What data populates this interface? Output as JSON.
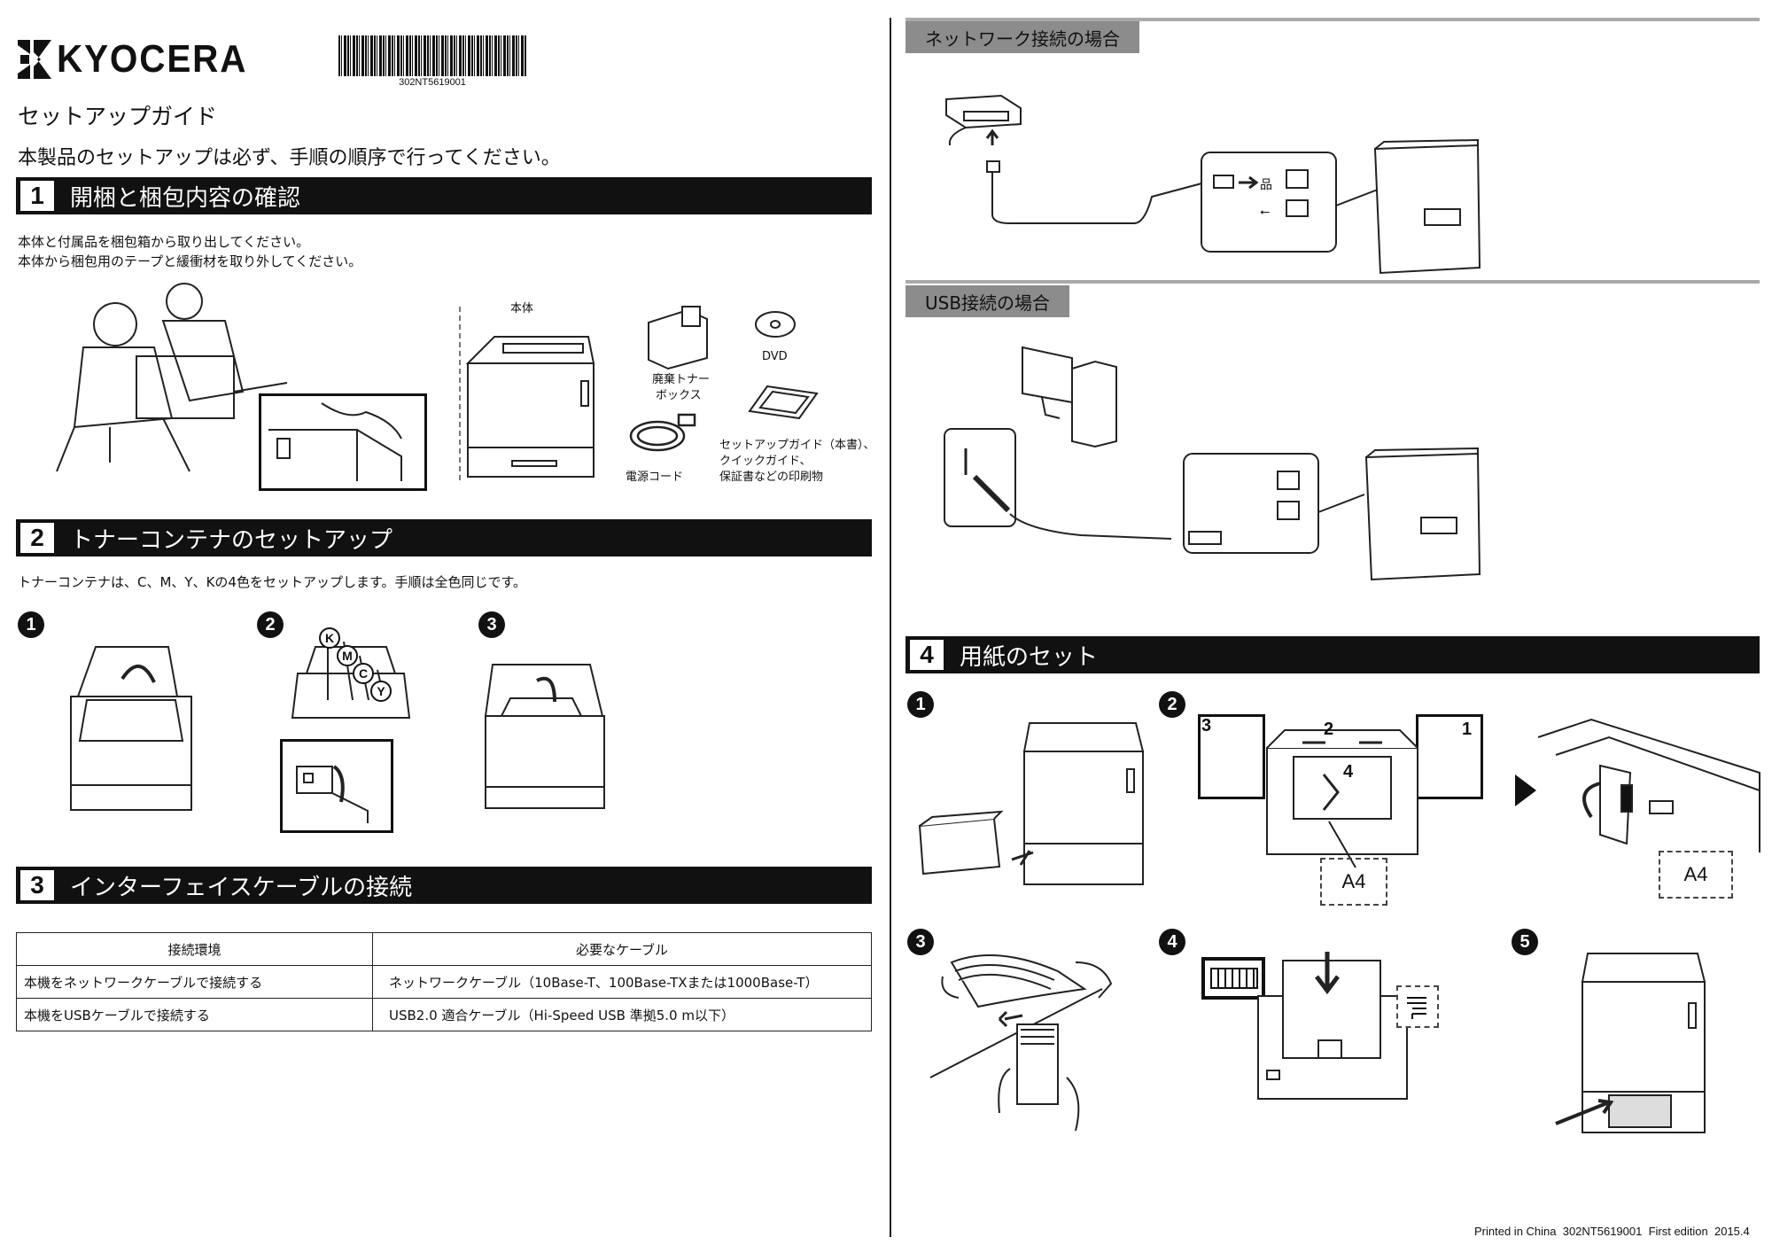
{
  "header": {
    "brand": "KYOCERA",
    "barcode_text": "302NT5619001",
    "doc_title": "セットアップガイド",
    "intro": "本製品のセットアップは必ず、手順の順序で行ってください。"
  },
  "section1": {
    "num": "1",
    "title": "開梱と梱包内容の確認",
    "text_line1": "本体と付属品を梱包箱から取り出してください。",
    "text_line2": "本体から梱包用のテープと緩衝材を取り外してください。",
    "items": {
      "main_unit": "本体",
      "dvd": "DVD",
      "waste_toner_line1": "廃棄トナー",
      "waste_toner_line2": "ボックス",
      "power_cord": "電源コード",
      "docs_line1": "セットアップガイド（本書）、",
      "docs_line2": "クイックガイド、",
      "docs_line3": "保証書などの印刷物"
    }
  },
  "section2": {
    "num": "2",
    "title": "トナーコンテナのセットアップ",
    "text": "トナーコンテナは、C、M、Y、Kの4色をセットアップします。手順は全色同じです。",
    "steps": [
      "1",
      "2",
      "3"
    ],
    "colors": [
      "K",
      "M",
      "C",
      "Y"
    ]
  },
  "section3": {
    "num": "3",
    "title": "インターフェイスケーブルの接続",
    "table": {
      "headers": [
        "接続環境",
        "必要なケーブル"
      ],
      "rows": [
        [
          "本機をネットワークケーブルで接続する",
          "ネットワークケーブル（10Base-T、100Base-TXまたは1000Base-T）"
        ],
        [
          "本機をUSBケーブルで接続する",
          "USB2.0 適合ケーブル（Hi-Speed USB 準拠5.0 m以下）"
        ]
      ]
    }
  },
  "network": {
    "tab": "ネットワーク接続の場合"
  },
  "usb": {
    "tab": "USB接続の場合"
  },
  "section4": {
    "num": "4",
    "title": "用紙のセット",
    "steps": [
      "1",
      "2",
      "3",
      "4",
      "5"
    ],
    "guide_numbers": [
      "1",
      "2",
      "3",
      "4"
    ],
    "paper_size_label": "A4"
  },
  "footer": {
    "print_info": "Printed in China  302NT5619001  First edition  2015.4"
  }
}
